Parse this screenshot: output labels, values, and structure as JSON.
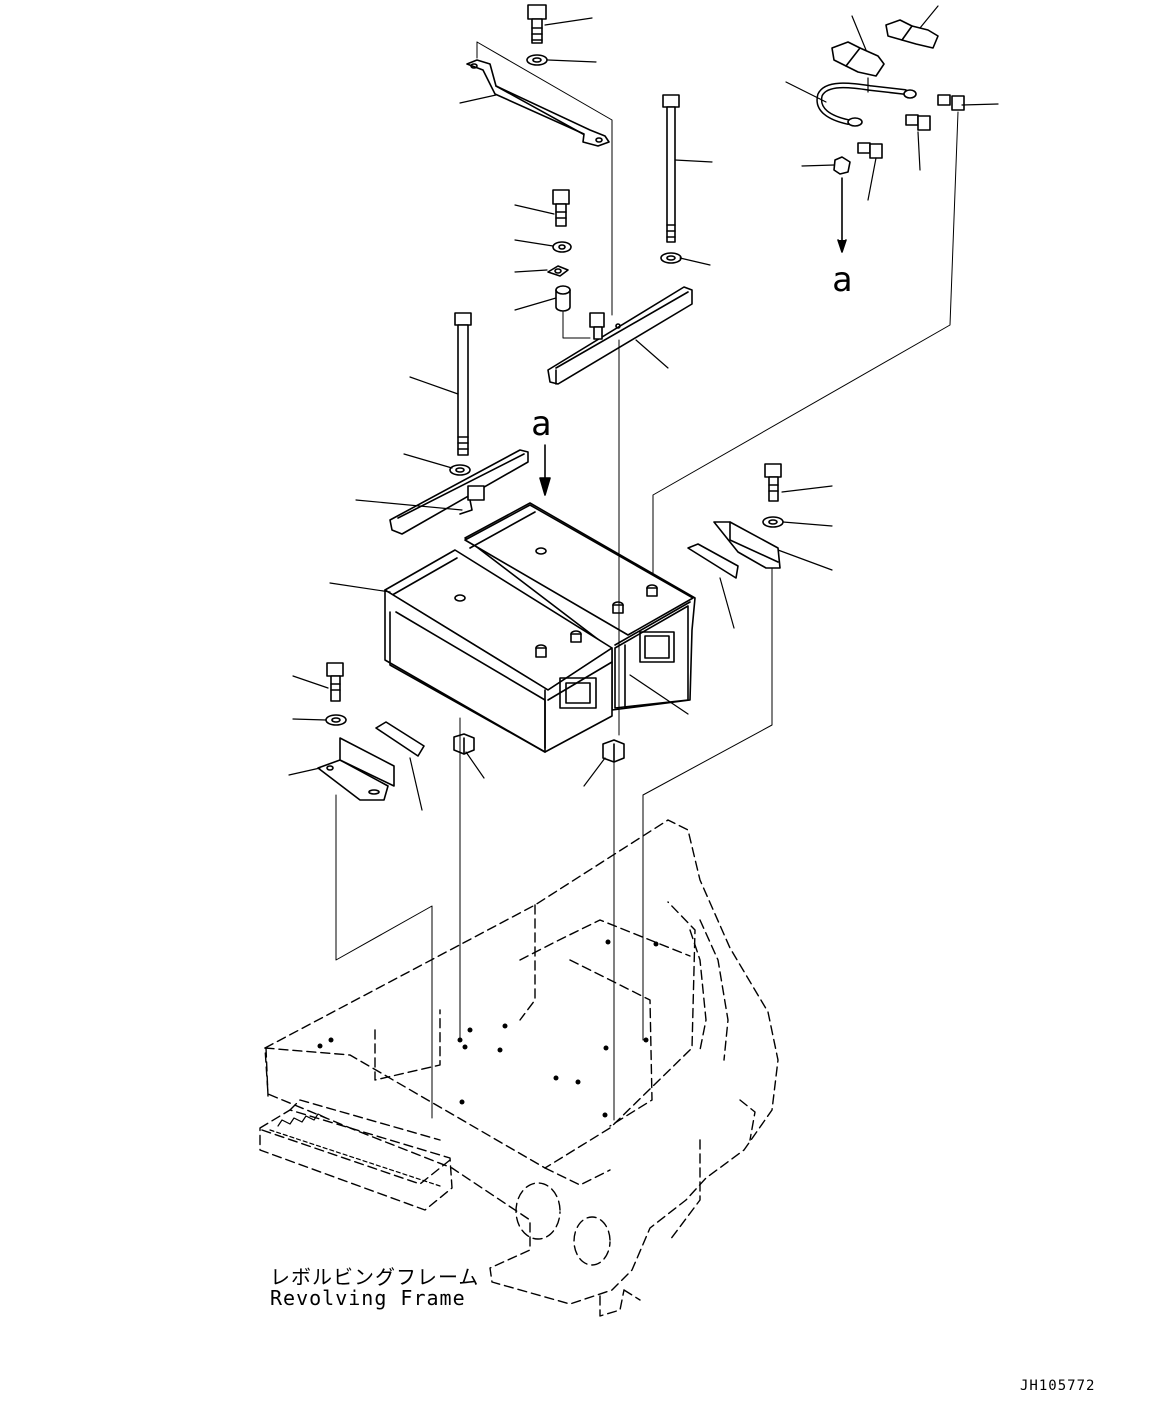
{
  "frame_label": {
    "japanese": "レボルビングフレーム",
    "english": "Revolving Frame"
  },
  "view_markers": [
    "a",
    "a"
  ],
  "drawing_number": "JH105772"
}
